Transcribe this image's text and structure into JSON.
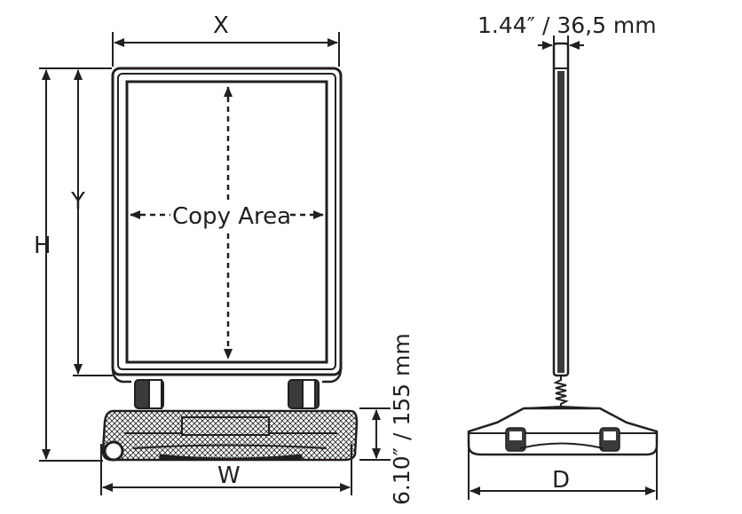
{
  "diagram": {
    "labels": {
      "width_top": "X",
      "height_total": "H",
      "height_copy": "Y",
      "copy_area": "Copy Area",
      "base_width": "W",
      "base_height": "6.10″ / 155 mm",
      "frame_depth": "1.44″ / 36,5 mm",
      "base_depth": "D"
    },
    "colors": {
      "line": "#231f20",
      "fill_dark": "#3a3a3a",
      "background": "#ffffff"
    }
  }
}
